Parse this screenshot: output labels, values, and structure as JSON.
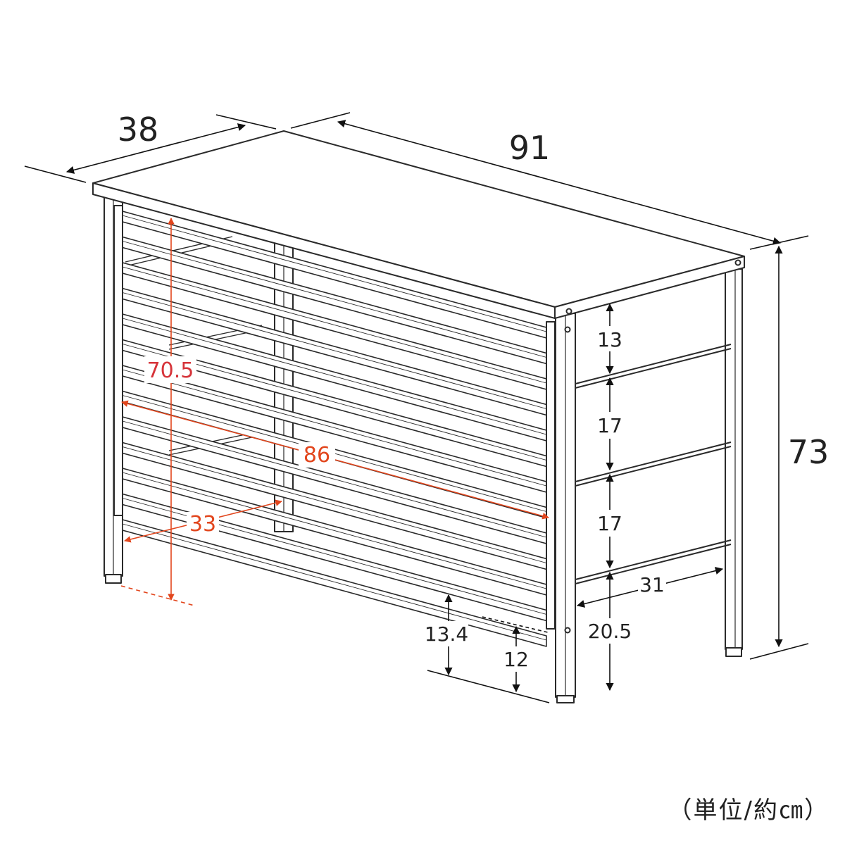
{
  "colors": {
    "outline": "#2a2a2a",
    "accent_red": "#e2461d",
    "accent_text_red": "#d6343a",
    "slat_fill": "#ffffff",
    "background": "#ffffff"
  },
  "dimensions": {
    "depth_top": "38",
    "width_top": "91",
    "height_total": "73",
    "inner_height": "70.5",
    "inner_width": "86",
    "inner_depth": "33",
    "shelf_gap_1": "13",
    "shelf_gap_2": "17",
    "shelf_gap_3": "17",
    "shelf_depth": "31",
    "bottom_shelf_height": "20.5",
    "panel_clearance": "13.4",
    "panel_bottom_gap": "12"
  },
  "unit_note": "（単位/約㎝）"
}
